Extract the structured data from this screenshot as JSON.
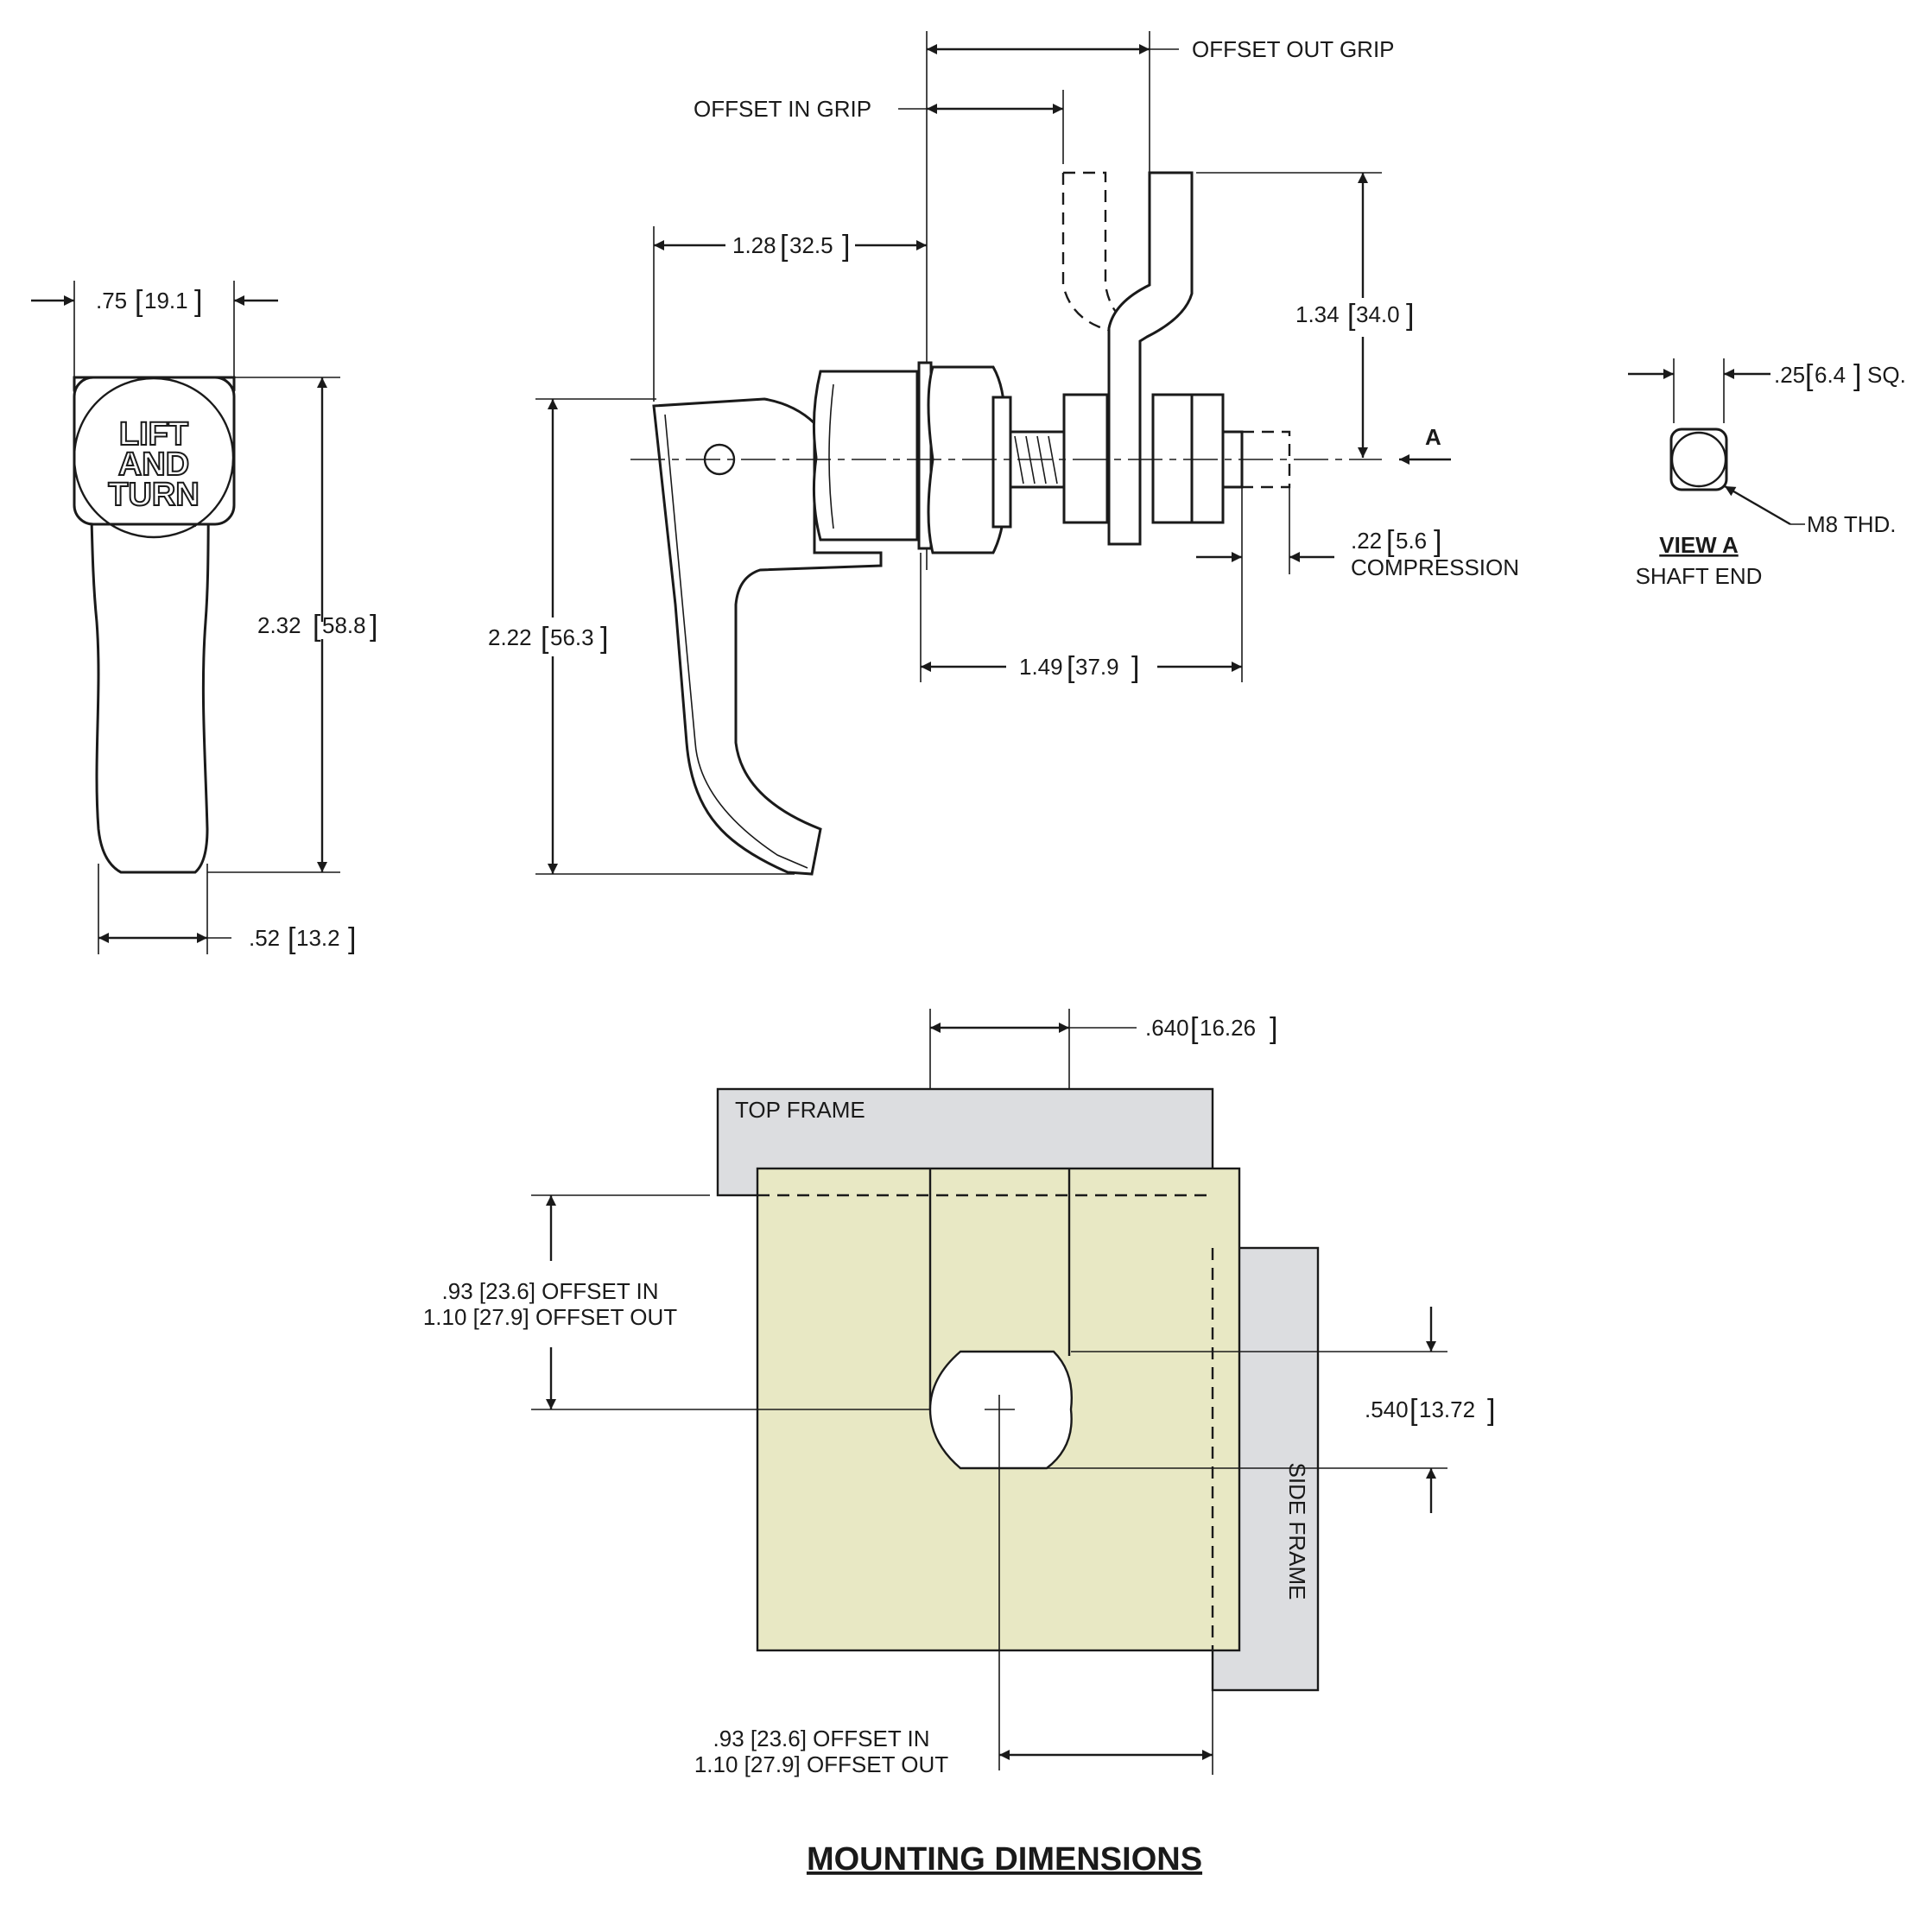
{
  "colors": {
    "line": "#1a1a1a",
    "top_frame_fill": "#dcdde0",
    "panel_fill": "#e8e8c4",
    "side_frame_fill": "#dcdde0"
  },
  "front_view": {
    "width_in": ".75",
    "width_mm": "19.1",
    "height_in": "2.32",
    "height_mm": "58.8",
    "base_in": ".52",
    "base_mm": "13.2",
    "logo": {
      "line1": "LIFT",
      "line2": "AND",
      "line3": "TURN"
    }
  },
  "side_view": {
    "offset_out_grip": "OFFSET OUT GRIP",
    "offset_in_grip": "OFFSET IN GRIP",
    "reach_in": "1.28",
    "reach_mm": "32.5",
    "cam_height_in": "1.34",
    "cam_height_mm": "34.0",
    "handle_height_in": "2.22",
    "handle_height_mm": "56.3",
    "compression_in": ".22",
    "compression_mm": "5.6",
    "compression_label": "COMPRESSION",
    "shaft_in": "1.49",
    "shaft_mm": "37.9",
    "view_marker": "A"
  },
  "view_a": {
    "size": ".25",
    "size_mm": "6.4",
    "suffix": "SQ.",
    "thread": "M8 THD.",
    "title": "VIEW A",
    "subtitle": "SHAFT END"
  },
  "mounting": {
    "width_in": ".640",
    "width_mm": "16.26",
    "top_frame": "TOP FRAME",
    "side_frame": "SIDE FRAME",
    "v_offset_line1": ".93 [23.6] OFFSET IN",
    "v_offset_line2": "1.10 [27.9] OFFSET OUT",
    "flat_in": ".540",
    "flat_mm": "13.72",
    "h_offset_line1": ".93 [23.6] OFFSET IN",
    "h_offset_line2": "1.10 [27.9] OFFSET OUT",
    "title": "MOUNTING DIMENSIONS"
  }
}
